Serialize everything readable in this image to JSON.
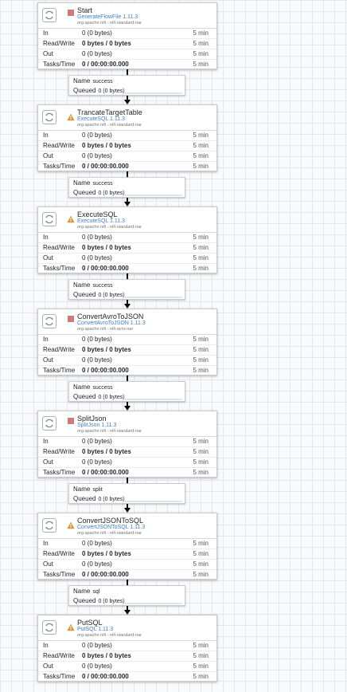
{
  "stat_labels": {
    "in": "In",
    "rw": "Read/Write",
    "out": "Out",
    "tasks": "Tasks/Time"
  },
  "conn_labels": {
    "name": "Name",
    "queued": "Queued"
  },
  "processors": [
    {
      "name": "Start",
      "type": "GenerateFlowFile 1.11.3",
      "bundle": "org.apache.nifi - nifi-standard-nar",
      "status": "stopped",
      "in": "0 (0 bytes)",
      "rw": "0 bytes / 0 bytes",
      "out": "0 (0 bytes)",
      "tasks": "0 / 00:00:00.000",
      "dur": "5 min"
    },
    {
      "name": "TrancateTargetTable",
      "type": "ExecuteSQL 1.11.3",
      "bundle": "org.apache.nifi - nifi-standard-nar",
      "status": "warning",
      "in": "0 (0 bytes)",
      "rw": "0 bytes / 0 bytes",
      "out": "0 (0 bytes)",
      "tasks": "0 / 00:00:00.000",
      "dur": "5 min"
    },
    {
      "name": "ExecuteSQL",
      "type": "ExecuteSQL 1.11.3",
      "bundle": "org.apache.nifi - nifi-standard-nar",
      "status": "warning",
      "in": "0 (0 bytes)",
      "rw": "0 bytes / 0 bytes",
      "out": "0 (0 bytes)",
      "tasks": "0 / 00:00:00.000",
      "dur": "5 min"
    },
    {
      "name": "ConvertAvroToJSON",
      "type": "ConvertAvroToJSON 1.11.3",
      "bundle": "org.apache.nifi - nifi-avro-nar",
      "status": "stopped",
      "in": "0 (0 bytes)",
      "rw": "0 bytes / 0 bytes",
      "out": "0 (0 bytes)",
      "tasks": "0 / 00:00:00.000",
      "dur": "5 min"
    },
    {
      "name": "SplitJson",
      "type": "SplitJson 1.11.3",
      "bundle": "org.apache.nifi - nifi-standard-nar",
      "status": "stopped",
      "in": "0 (0 bytes)",
      "rw": "0 bytes / 0 bytes",
      "out": "0 (0 bytes)",
      "tasks": "0 / 00:00:00.000",
      "dur": "5 min"
    },
    {
      "name": "ConvertJSONToSQL",
      "type": "ConvertJSONToSQL 1.11.3",
      "bundle": "org.apache.nifi - nifi-standard-nar",
      "status": "warning",
      "in": "0 (0 bytes)",
      "rw": "0 bytes / 0 bytes",
      "out": "0 (0 bytes)",
      "tasks": "0 / 00:00:00.000",
      "dur": "5 min"
    },
    {
      "name": "PutSQL",
      "type": "PutSQL 1.11.3",
      "bundle": "org.apache.nifi - nifi-standard-nar",
      "status": "warning",
      "in": "0 (0 bytes)",
      "rw": "0 bytes / 0 bytes",
      "out": "0 (0 bytes)",
      "tasks": "0 / 00:00:00.000",
      "dur": "5 min"
    }
  ],
  "connections": [
    {
      "name": "success",
      "queued": "0 (0 bytes)"
    },
    {
      "name": "success",
      "queued": "0 (0 bytes)"
    },
    {
      "name": "success",
      "queued": "0 (0 bytes)"
    },
    {
      "name": "success",
      "queued": "0 (0 bytes)"
    },
    {
      "name": "split",
      "queued": "0 (0 bytes)"
    },
    {
      "name": "sql",
      "queued": "0 (0 bytes)"
    }
  ]
}
